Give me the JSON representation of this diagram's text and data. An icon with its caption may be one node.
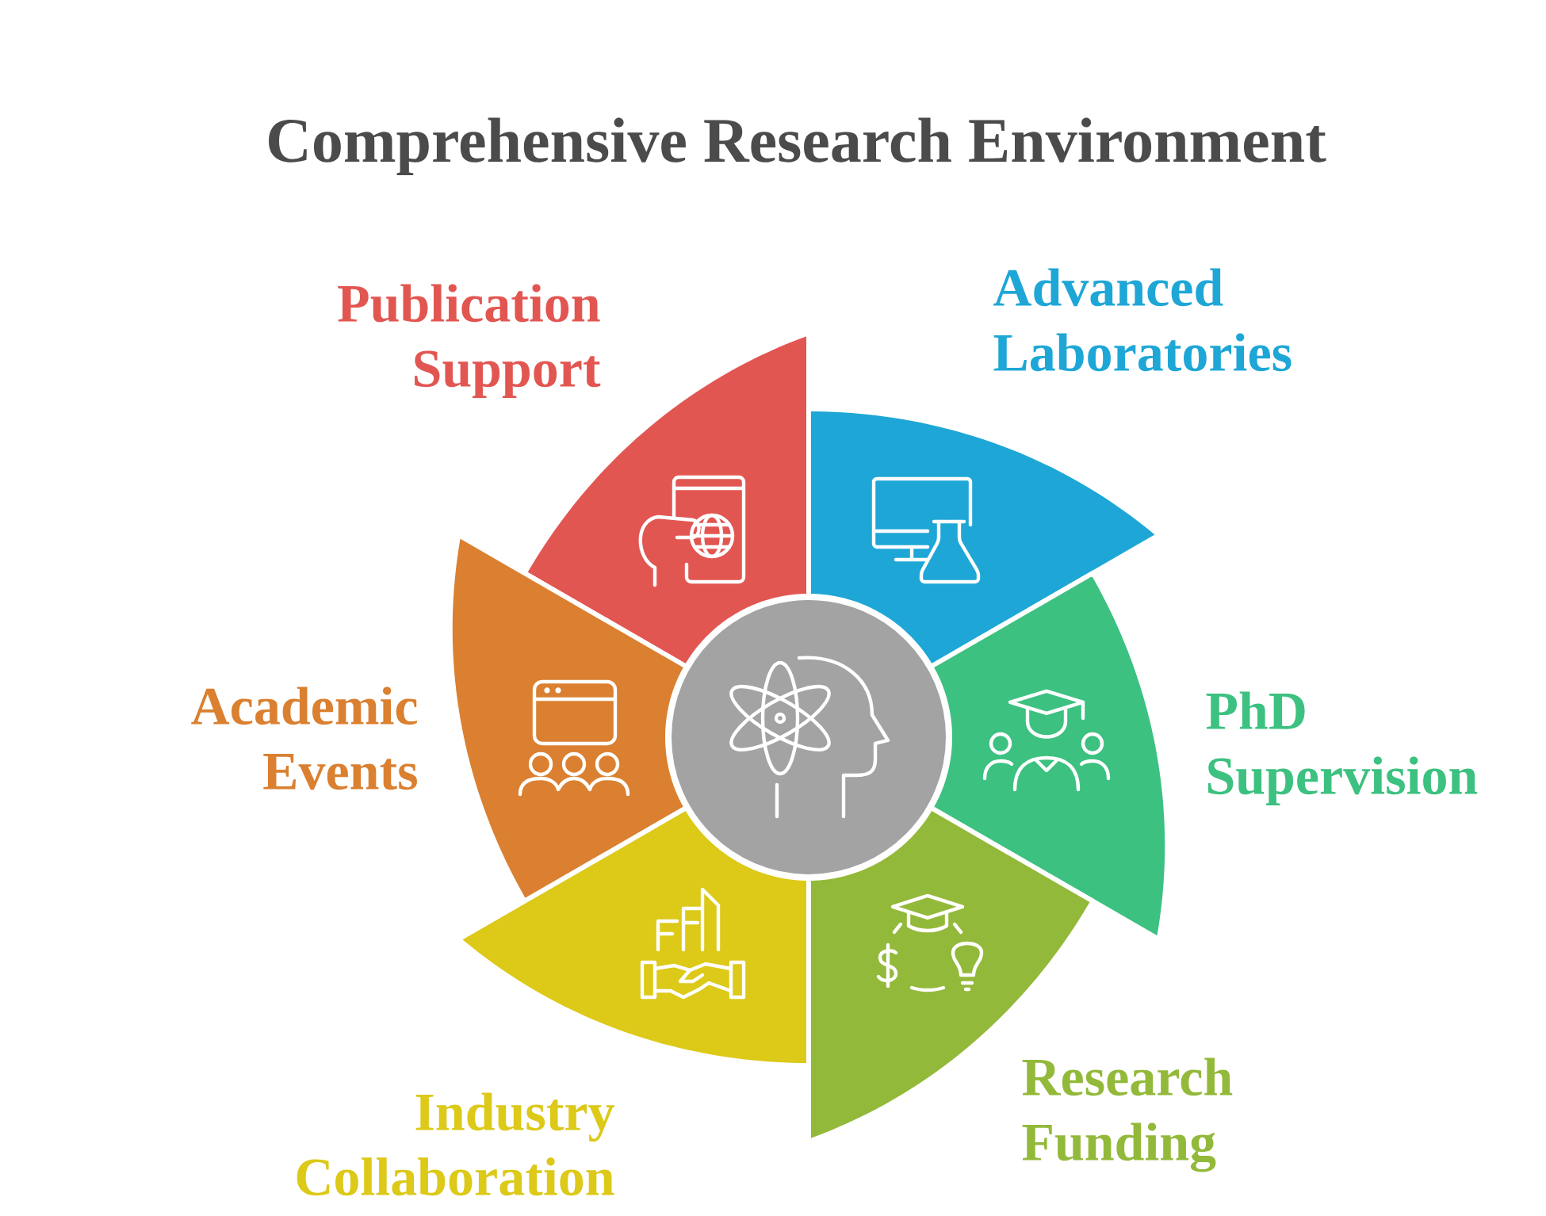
{
  "diagram": {
    "title": "Comprehensive Research Environment",
    "nodes": [
      {
        "text": [
          "Publication Support"
        ]
      },
      {
        "text": [
          "Advanced Laboratories"
        ]
      },
      {
        "text": [
          "Academic Events"
        ]
      },
      {
        "text": [],
        "shape": "circle"
      },
      {
        "text": [
          "PhD Supervision"
        ]
      },
      {
        "text": [
          "Industry Collaboration"
        ]
      },
      {
        "text": [
          "Research Funding"
        ]
      }
    ]
  }
}
